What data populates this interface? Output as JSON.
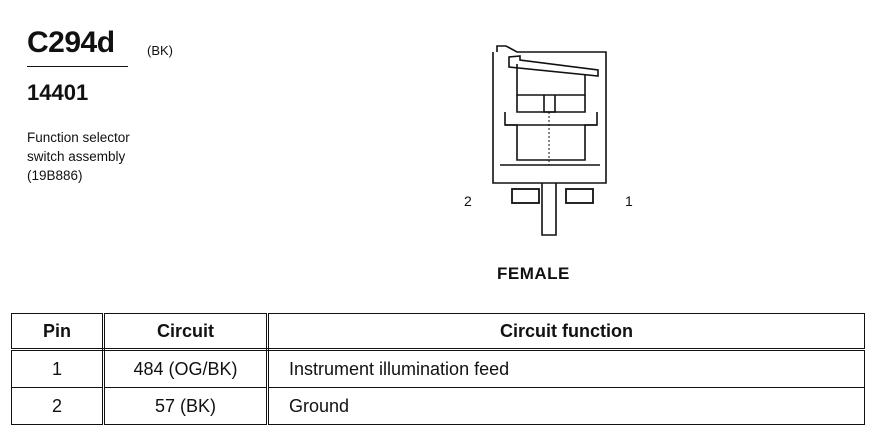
{
  "header": {
    "connector_id": "C294d",
    "connector_color": "(BK)",
    "part_number": "14401",
    "description_lines": [
      "Function selector",
      "switch assembly",
      "(19B886)"
    ]
  },
  "diagram": {
    "pin_left_label": "2",
    "pin_right_label": "1",
    "gender_label": "FEMALE"
  },
  "table": {
    "headers": {
      "pin": "Pin",
      "circuit": "Circuit",
      "function": "Circuit function"
    },
    "rows": [
      {
        "pin": "1",
        "circuit": "484 (OG/BK)",
        "function": "Instrument illumination feed"
      },
      {
        "pin": "2",
        "circuit": "57 (BK)",
        "function": "Ground"
      }
    ]
  }
}
